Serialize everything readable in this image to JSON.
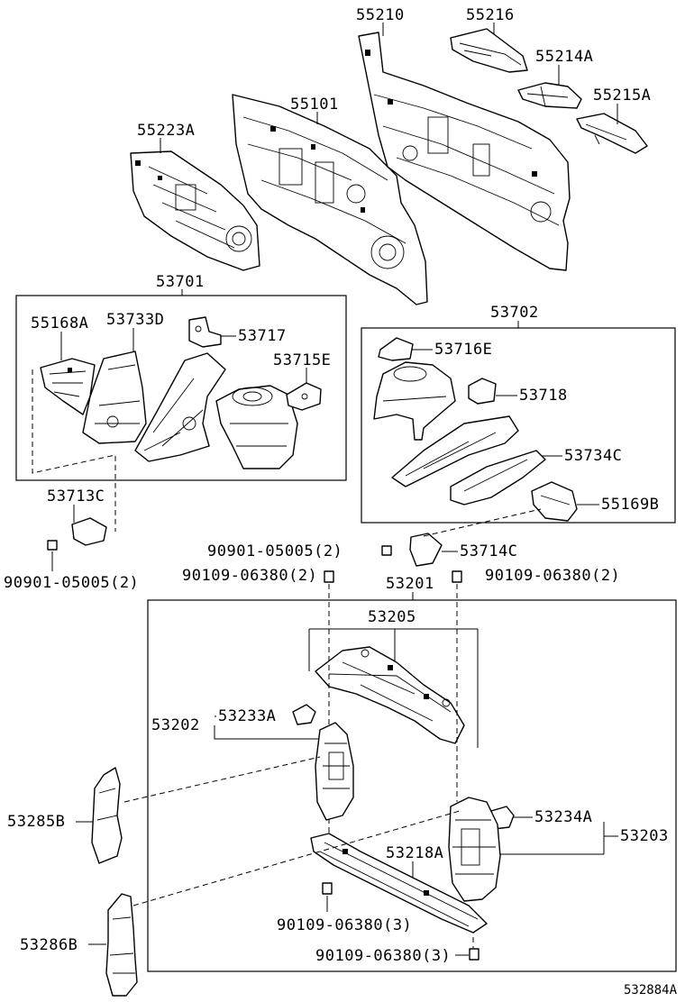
{
  "labels": {
    "p55210": "55210",
    "p55216": "55216",
    "p55214A": "55214A",
    "p55215A": "55215A",
    "p55101": "55101",
    "p55223A": "55223A",
    "p53701": "53701",
    "p55168A": "55168A",
    "p53733D": "53733D",
    "p53717": "53717",
    "p53715E": "53715E",
    "p53702": "53702",
    "p53716E": "53716E",
    "p53718": "53718",
    "p53734C": "53734C",
    "p55169B": "55169B",
    "p53713C": "53713C",
    "p90901_left": "90901-05005(2)",
    "p90901_mid": "90901-05005(2)",
    "p53714C": "53714C",
    "p90109_topleft": "90109-06380(2)",
    "p53201": "53201",
    "p90109_topright": "90109-06380(2)",
    "p53205": "53205",
    "p53202": "53202",
    "p53233A": "53233A",
    "p53285B": "53285B",
    "p53234A": "53234A",
    "p53203": "53203",
    "p53218A": "53218A",
    "p53286B": "53286B",
    "p90109_bottom1": "90109-06380(3)",
    "p90109_bottom2": "90109-06380(3)"
  },
  "diagram_id": "532884A"
}
